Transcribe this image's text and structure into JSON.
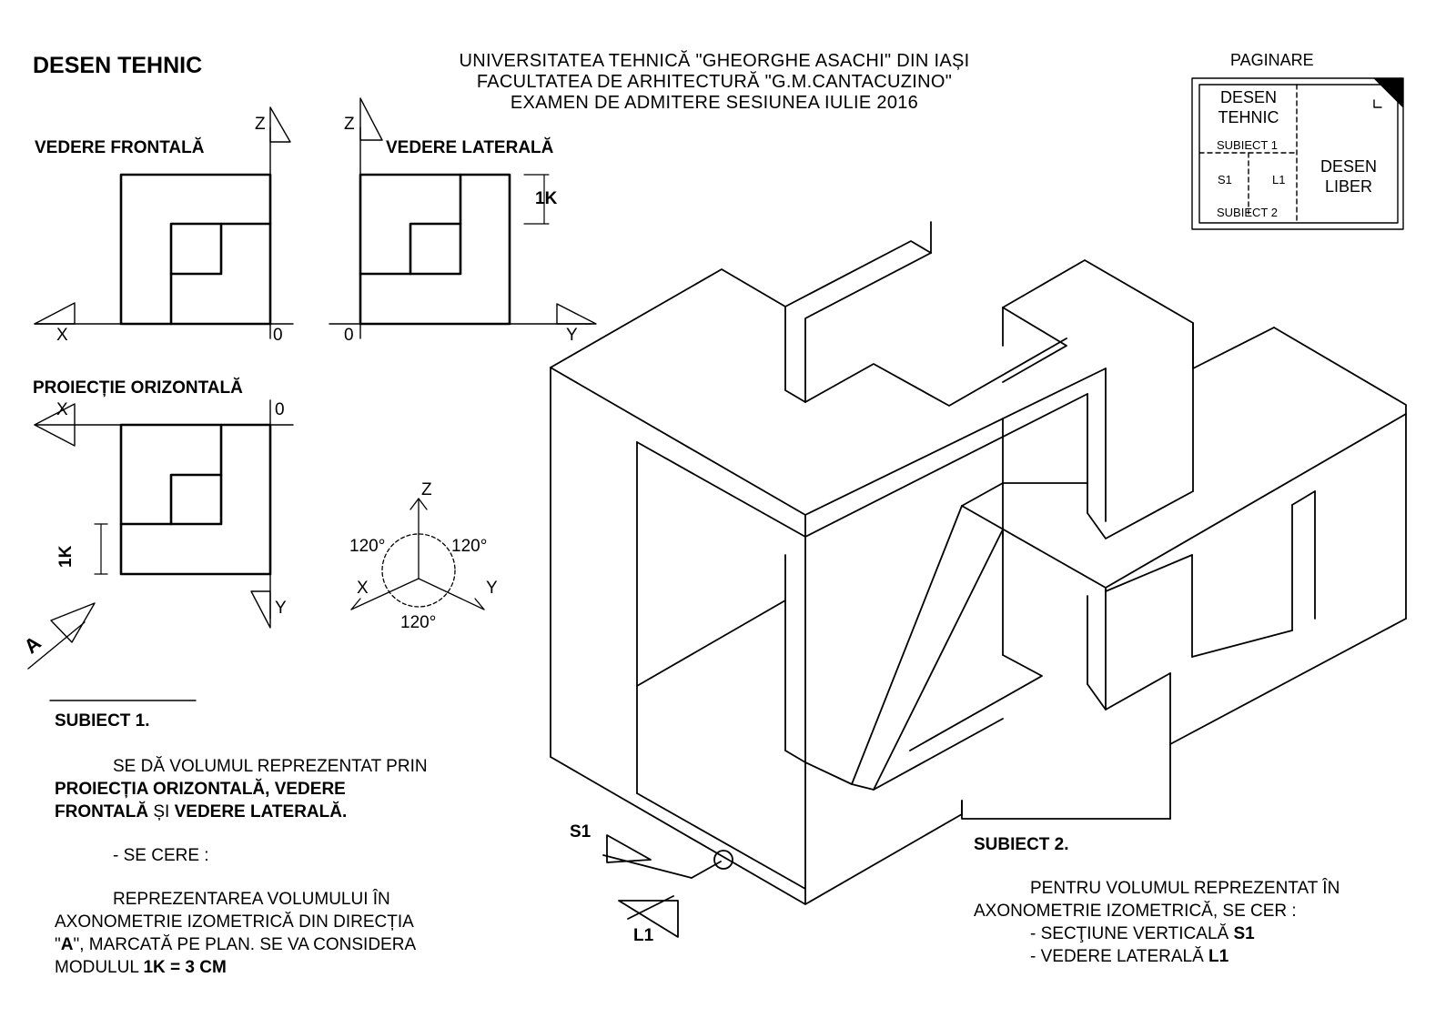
{
  "header": {
    "title": "DESEN TEHNIC",
    "university_line1": "UNIVERSITATEA TEHNICĂ \"GHEORGHE ASACHI\" DIN IAȘI",
    "university_line2": "FACULTATEA DE ARHITECTURĂ \"G.M.CANTACUZINO\"",
    "university_line3": "EXAMEN DE ADMITERE SESIUNEA IULIE 2016"
  },
  "pagination": {
    "title": "PAGINARE",
    "desen_tehnic_1": "DESEN",
    "desen_tehnic_2": "TEHNIC",
    "subiect1": "SUBIECT 1",
    "s1": "S1",
    "l1": "L1",
    "subiect2": "SUBIECT 2",
    "desen_liber_1": "DESEN",
    "desen_liber_2": "LIBER"
  },
  "views": {
    "front": "VEDERE FRONTALĂ",
    "side": "VEDERE LATERALĂ",
    "top": "PROIECȚIE ORIZONTALĂ",
    "module": "1K",
    "direction": "A",
    "axis_x": "X",
    "axis_y": "Y",
    "axis_z": "Z",
    "origin": "0"
  },
  "iso_axes": {
    "z": "Z",
    "x": "X",
    "y": "Y",
    "angle_left": "120°",
    "angle_right": "120°",
    "angle_bottom": "120°"
  },
  "subject1": {
    "heading": "SUBIECT 1.",
    "line1": "SE DĂ VOLUMUL  REPREZENTAT PRIN",
    "line2_bold": "PROIECȚIA ORIZONTALĂ, VEDERE",
    "line3_bold_a": "FRONTALĂ",
    "line3_mid": " ȘI ",
    "line3_bold_b": "VEDERE LATERALĂ.",
    "se_cere": "- SE CERE :",
    "req1": "REPREZENTAREA VOLUMULUI ÎN",
    "req2": "AXONOMETRIE IZOMETRICĂ DIN DIRECȚIA",
    "req3_a": "\"",
    "req3_bold": "A",
    "req3_b": "\", MARCATĂ PE PLAN. SE VA CONSIDERA",
    "req4_a": "MODULUL ",
    "req4_bold": "1K = 3 CM"
  },
  "subject2": {
    "heading": "SUBIECT 2.",
    "line1": "PENTRU VOLUMUL REPREZENTAT ÎN",
    "line2": "AXONOMETRIE IZOMETRICĂ, SE CER :",
    "item1_a": "- SECŢIUNE VERTICALĂ ",
    "item1_bold": "S1",
    "item2_a": "- VEDERE LATERALĂ ",
    "item2_bold": "L1",
    "s1_label": "S1",
    "l1_label": "L1"
  }
}
